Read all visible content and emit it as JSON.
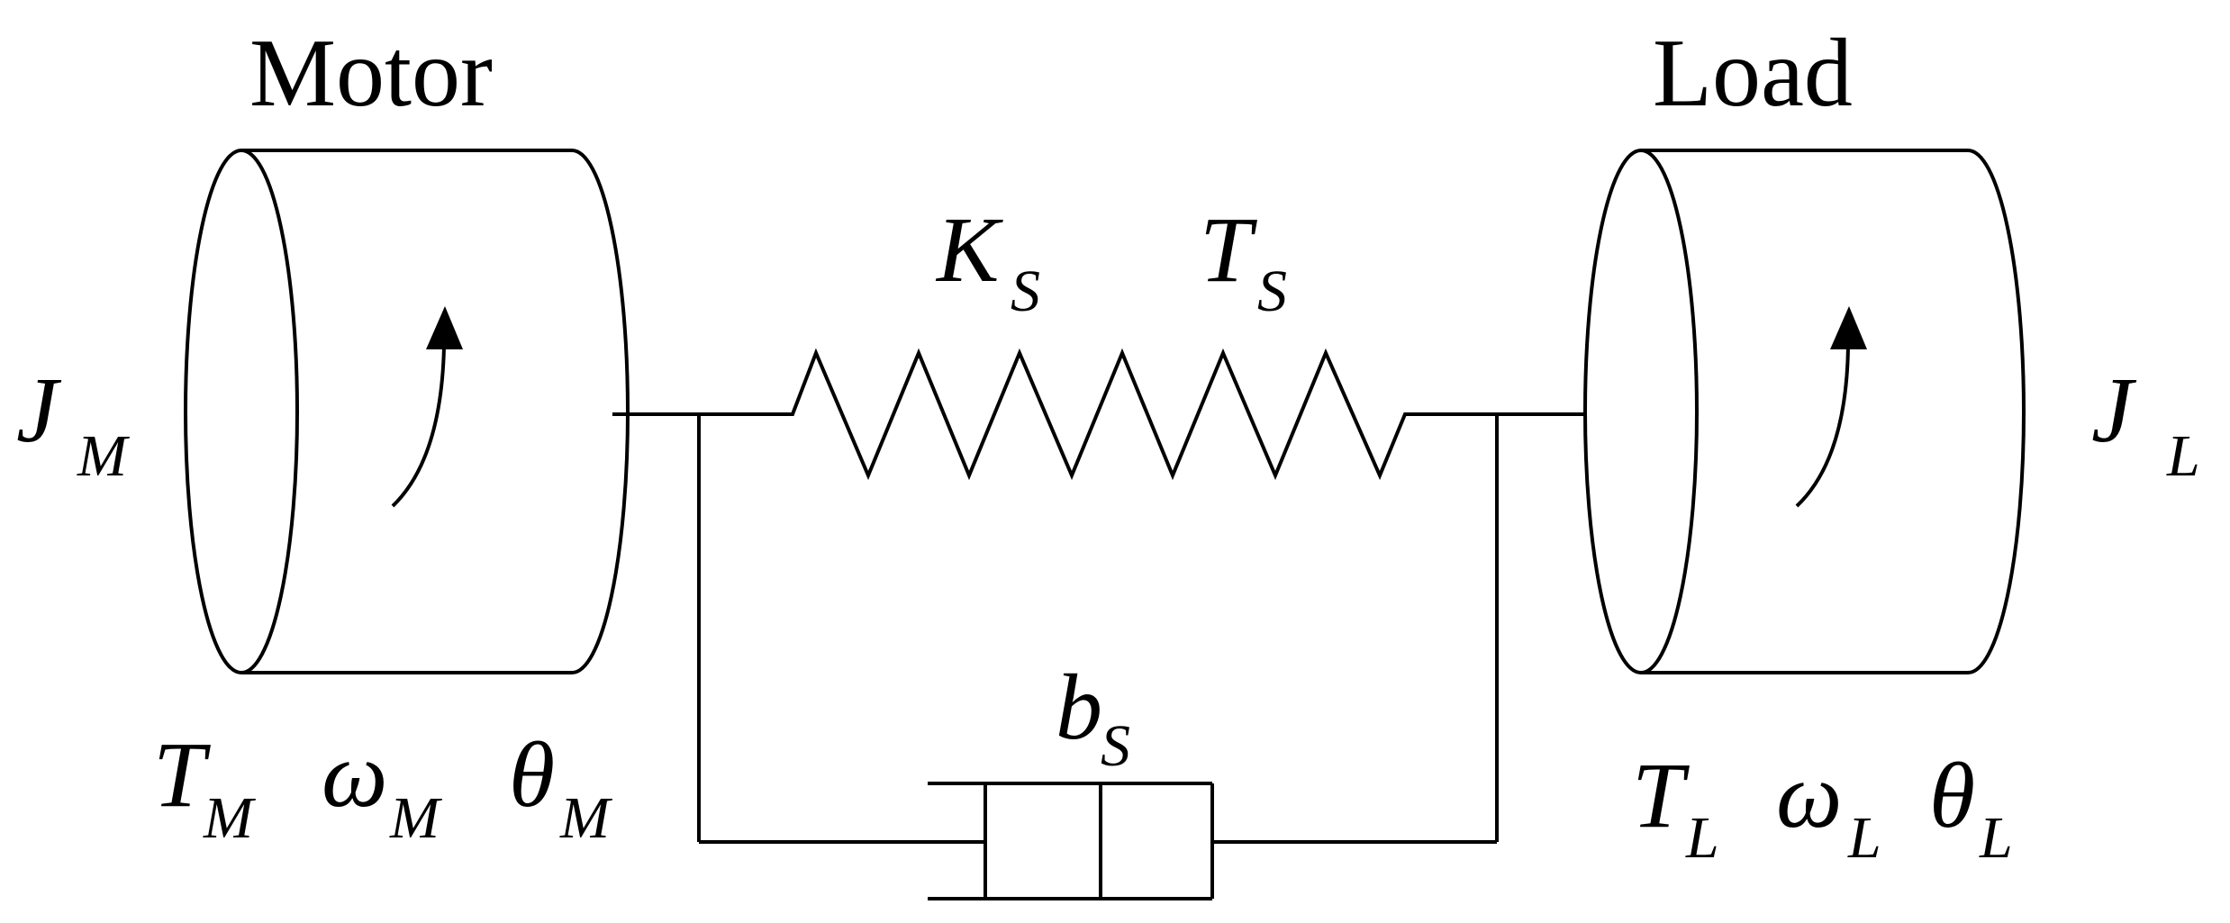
{
  "motor": {
    "title": "Motor",
    "inertia": {
      "symbol": "J",
      "sub": "M"
    },
    "torque": {
      "symbol": "T",
      "sub": "M"
    },
    "speed": {
      "symbol": "ω",
      "sub": "M"
    },
    "angle": {
      "symbol": "θ",
      "sub": "M"
    }
  },
  "load": {
    "title": "Load",
    "inertia": {
      "symbol": "J",
      "sub": "L"
    },
    "torque": {
      "symbol": "T",
      "sub": "L"
    },
    "speed": {
      "symbol": "ω",
      "sub": "L"
    },
    "angle": {
      "symbol": "θ",
      "sub": "L"
    }
  },
  "spring": {
    "stiffness": {
      "symbol": "K",
      "sub": "S"
    },
    "torque": {
      "symbol": "T",
      "sub": "S"
    }
  },
  "damper": {
    "coefficient": {
      "symbol": "b",
      "sub": "S"
    }
  },
  "colors": {
    "line": "#000000",
    "background": "#ffffff"
  }
}
